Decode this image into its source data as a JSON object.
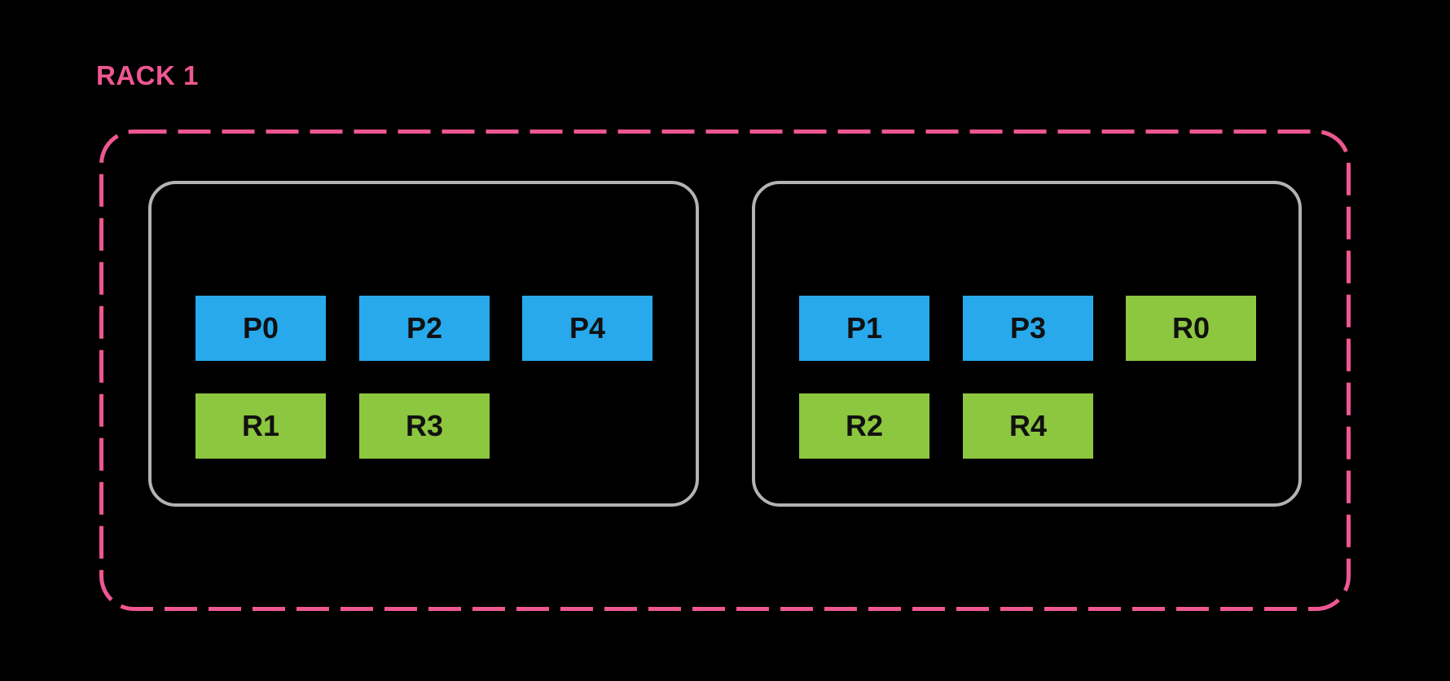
{
  "title": "RACK 1",
  "colors": {
    "background": "#000000",
    "rack_accent": "#ee5791",
    "node_border": "#b3b3b3",
    "blue_box": "#27a9ec",
    "green_box": "#8dc63f",
    "box_text": "#111111"
  },
  "nodes": [
    {
      "boxes": [
        {
          "label": "P0",
          "color": "blue",
          "row": 0,
          "col": 0
        },
        {
          "label": "P2",
          "color": "blue",
          "row": 0,
          "col": 1
        },
        {
          "label": "P4",
          "color": "blue",
          "row": 0,
          "col": 2
        },
        {
          "label": "R1",
          "color": "green",
          "row": 1,
          "col": 0
        },
        {
          "label": "R3",
          "color": "green",
          "row": 1,
          "col": 1
        }
      ]
    },
    {
      "boxes": [
        {
          "label": "P1",
          "color": "blue",
          "row": 0,
          "col": 0
        },
        {
          "label": "P3",
          "color": "blue",
          "row": 0,
          "col": 1
        },
        {
          "label": "R0",
          "color": "green",
          "row": 0,
          "col": 2
        },
        {
          "label": "R2",
          "color": "green",
          "row": 1,
          "col": 0
        },
        {
          "label": "R4",
          "color": "green",
          "row": 1,
          "col": 1
        }
      ]
    }
  ]
}
